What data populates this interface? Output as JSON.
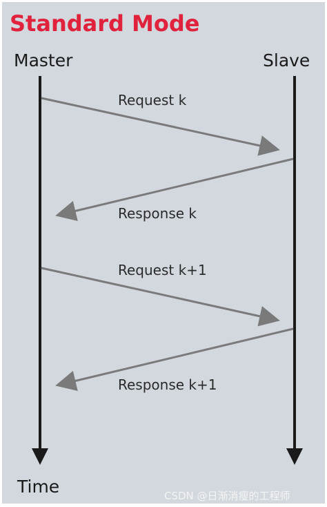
{
  "title": "Standard Mode",
  "lanes": {
    "left": "Master",
    "right": "Slave",
    "axis": "Time"
  },
  "messages": [
    {
      "label": "Request k",
      "direction": "master-to-slave"
    },
    {
      "label": "Response k",
      "direction": "slave-to-master"
    },
    {
      "label": "Request k+1",
      "direction": "master-to-slave"
    },
    {
      "label": "Response k+1",
      "direction": "slave-to-master"
    }
  ],
  "watermark": "CSDN @日渐消瘦的工程师",
  "colors": {
    "title": "#e0223c",
    "background": "#d2d8dd",
    "lifeline": "#1a1a1a",
    "arrow": "#7a7a7a"
  }
}
